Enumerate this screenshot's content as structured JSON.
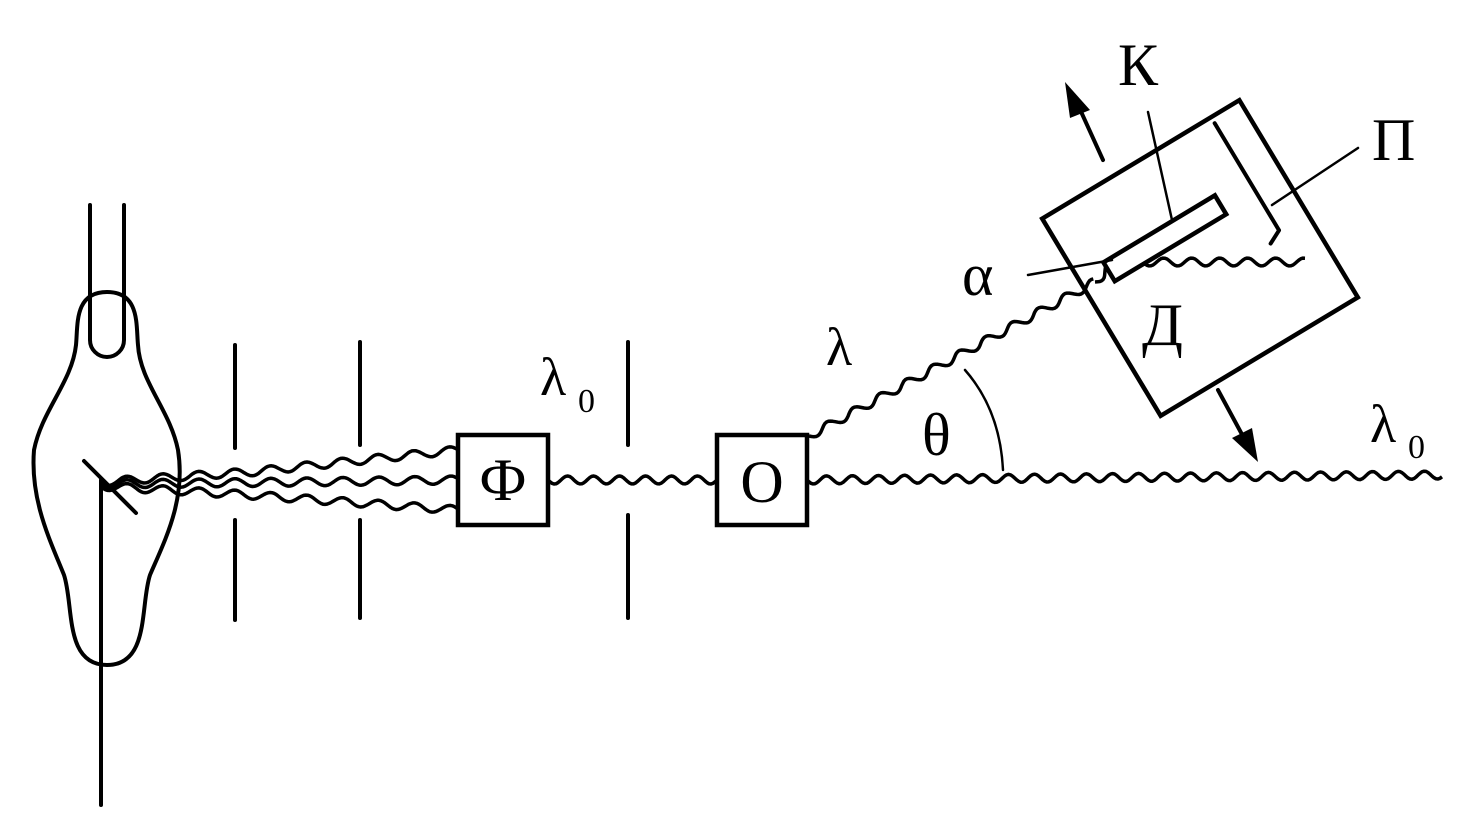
{
  "diagram": {
    "labels": {
      "filter": "Ф",
      "scatterer": "О",
      "incident_wavelength": "λ",
      "incident_wavelength_sub": "0",
      "scattered_wavelength": "λ",
      "transmitted_wavelength": "λ",
      "transmitted_wavelength_sub": "0",
      "scattering_angle": "θ",
      "crystal": "К",
      "plate": "П",
      "detector": "Д",
      "alpha": "α"
    },
    "colors": {
      "ink": "#000000",
      "background": "#ffffff"
    }
  }
}
